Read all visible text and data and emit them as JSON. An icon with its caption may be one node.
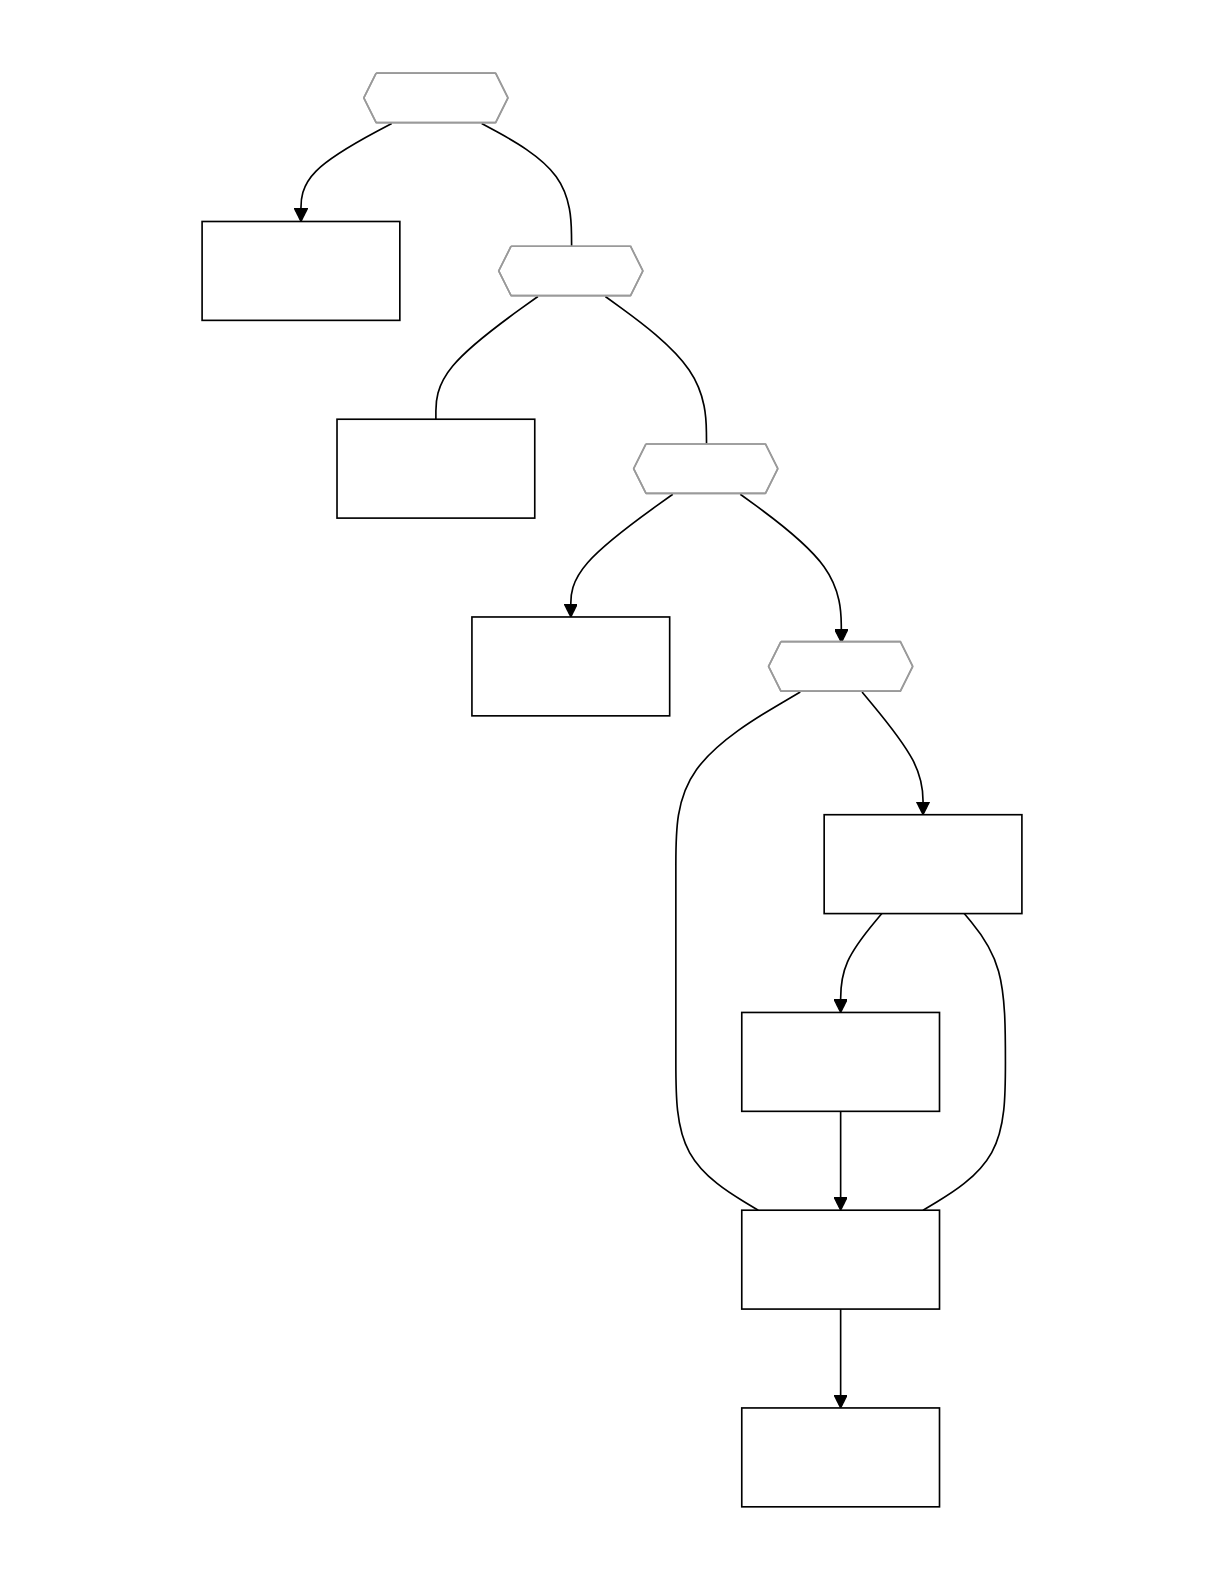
{
  "diagram": {
    "nodes": [
      {
        "text": [],
        "shape": "hexagon"
      },
      {
        "text": [],
        "shape": "box"
      },
      {
        "text": [],
        "shape": "hexagon"
      },
      {
        "text": [],
        "shape": "box"
      },
      {
        "text": [],
        "shape": "hexagon"
      },
      {
        "text": [],
        "shape": "box"
      },
      {
        "text": [],
        "shape": "hexagon"
      },
      {
        "text": [],
        "shape": "box"
      },
      {
        "text": [],
        "shape": "box"
      },
      {
        "text": [],
        "shape": "box"
      },
      {
        "text": [],
        "shape": "box"
      }
    ],
    "edges": [
      {
        "from": 0,
        "to": 2,
        "arrow": "none"
      },
      {
        "from": 0,
        "to": 1,
        "arrow": "to"
      },
      {
        "from": 2,
        "to": 4,
        "arrow": "none"
      },
      {
        "from": 2,
        "to": 3,
        "arrow": "none"
      },
      {
        "from": 4,
        "to": 6,
        "arrow": "to"
      },
      {
        "from": 4,
        "to": 5,
        "arrow": "to"
      },
      {
        "from": 6,
        "to": 9,
        "arrow": "to"
      },
      {
        "from": 6,
        "to": 7,
        "arrow": "none"
      },
      {
        "from": 7,
        "to": 8,
        "arrow": "to"
      },
      {
        "from": 9,
        "to": 10,
        "arrow": "to"
      },
      {
        "from": 10,
        "to": 7,
        "arrow": "to"
      },
      {
        "from": 9,
        "to": 7,
        "arrow": "none"
      }
    ]
  }
}
